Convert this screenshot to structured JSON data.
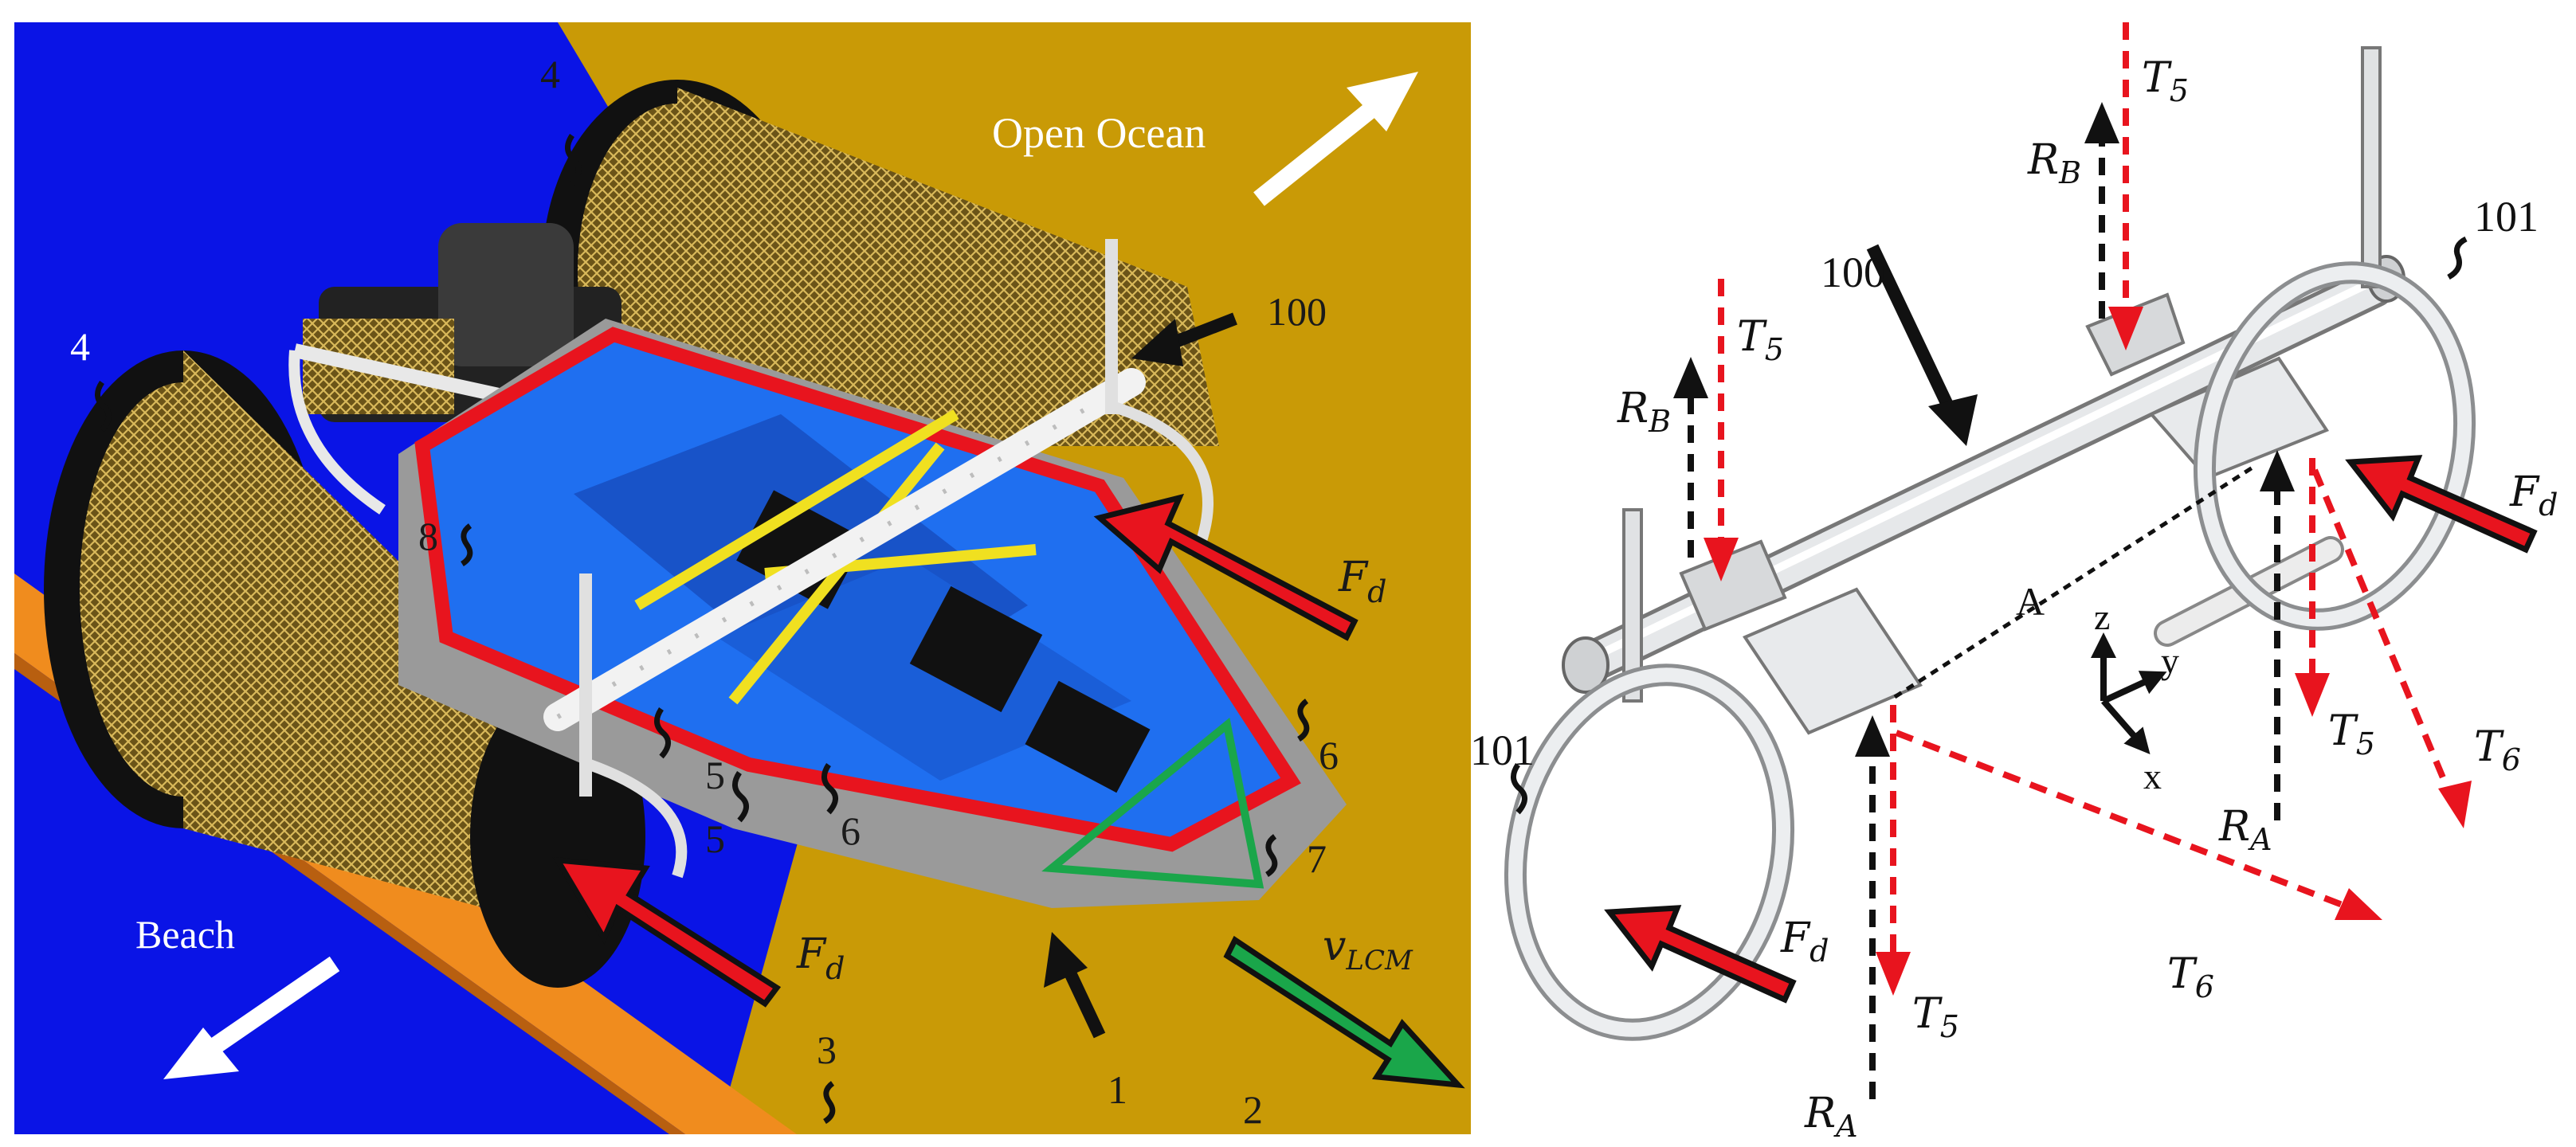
{
  "left_panel": {
    "direction_labels": {
      "open_ocean": "Open Ocean",
      "beach": "Beach"
    },
    "part_numbers": {
      "n1": "1",
      "n2": "2",
      "n3": "3",
      "n4a": "4",
      "n4b": "4",
      "n5a": "5",
      "n5b": "5",
      "n6a": "6",
      "n6b": "6",
      "n7": "7",
      "n8": "8",
      "n100": "100"
    },
    "forces": {
      "fd_top": {
        "main": "F",
        "sub": "d"
      },
      "fd_bottom": {
        "main": "F",
        "sub": "d"
      },
      "v_lcm": {
        "main": "v",
        "sub": "LCM"
      }
    }
  },
  "right_panel": {
    "part_numbers": {
      "n100": "100",
      "n101a": "101",
      "n101b": "101"
    },
    "point_label": "A",
    "axes": {
      "z": "z",
      "y": "y",
      "x": "x"
    },
    "forces": {
      "t5_top": {
        "main": "T",
        "sub": "5"
      },
      "t5_left": {
        "main": "T",
        "sub": "5"
      },
      "t5_right": {
        "main": "T",
        "sub": "5"
      },
      "t5_bottom": {
        "main": "T",
        "sub": "5"
      },
      "t6_right": {
        "main": "T",
        "sub": "6"
      },
      "t6_bottom": {
        "main": "T",
        "sub": "6"
      },
      "rb_top": {
        "main": "R",
        "sub": "B"
      },
      "rb_left": {
        "main": "R",
        "sub": "B"
      },
      "ra_right": {
        "main": "R",
        "sub": "A"
      },
      "ra_bottom": {
        "main": "R",
        "sub": "A"
      },
      "fd_right": {
        "main": "F",
        "sub": "d"
      },
      "fd_left": {
        "main": "F",
        "sub": "d"
      }
    }
  },
  "colors": {
    "ocean_blue": "#0a14e6",
    "sand": "#c99a06",
    "hull_blue": "#1f6ff0",
    "hull_gray": "#9a9a9a",
    "beach_orange": "#f08c1e",
    "force_red": "#e8141e",
    "velocity_green": "#1aa64a",
    "reaction_black": "#111111",
    "net_gold": "#b08a2a",
    "frame_gray": "#d8dadc",
    "strap_yellow": "#f0e020"
  }
}
